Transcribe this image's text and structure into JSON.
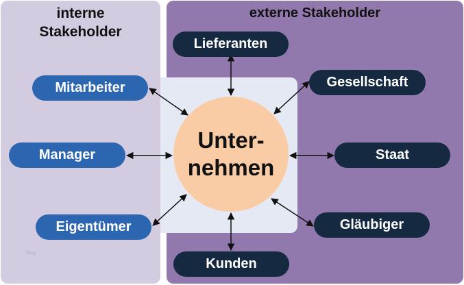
{
  "internal": {
    "title_line1": "interne",
    "title_line2": "Stakeholder",
    "nodes": [
      "Mitarbeiter",
      "Manager",
      "Eigentümer"
    ]
  },
  "external": {
    "title": "externe Stakeholder",
    "nodes": [
      "Lieferanten",
      "Gesellschaft",
      "Staat",
      "Gläubiger",
      "Kunden"
    ]
  },
  "center": {
    "line1": "Unter-",
    "line2": "nehmen"
  },
  "watermark": "Blog",
  "colors": {
    "internal_panel": "#d3cbe0",
    "external_panel": "#9179ad",
    "center_panel": "#e4e9f3",
    "internal_node": "#2c66b0",
    "external_node": "#152941",
    "center_circle": "#f9cca6"
  }
}
